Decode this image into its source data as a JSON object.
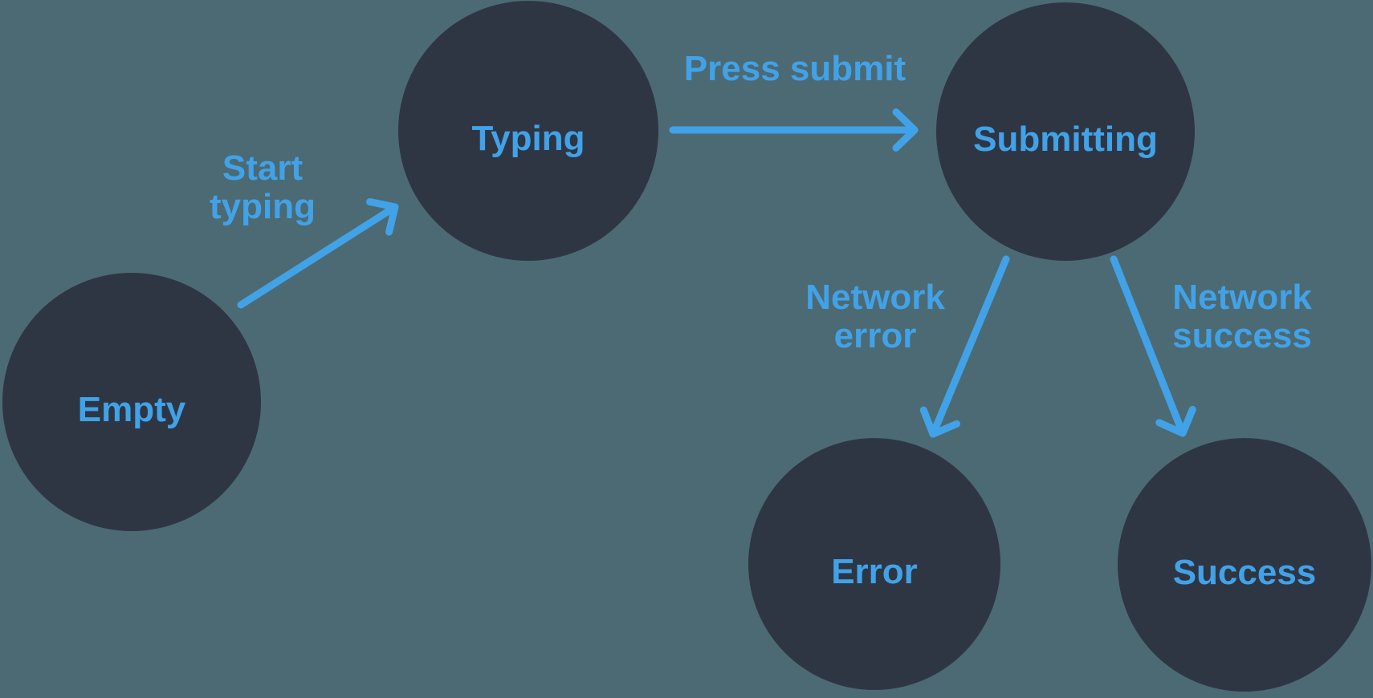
{
  "diagram": {
    "type": "state-machine",
    "colors": {
      "background": "#4C6A73",
      "node_fill": "#2E3644",
      "accent": "#41A2E8"
    },
    "nodes": [
      {
        "id": "empty",
        "label": "Empty"
      },
      {
        "id": "typing",
        "label": "Typing"
      },
      {
        "id": "submitting",
        "label": "Submitting"
      },
      {
        "id": "error",
        "label": "Error"
      },
      {
        "id": "success",
        "label": "Success"
      }
    ],
    "edges": [
      {
        "from": "empty",
        "to": "typing",
        "label": "Start typing",
        "label_lines": [
          "Start",
          "typing"
        ]
      },
      {
        "from": "typing",
        "to": "submitting",
        "label": "Press submit",
        "label_lines": [
          "Press submit"
        ]
      },
      {
        "from": "submitting",
        "to": "error",
        "label": "Network error",
        "label_lines": [
          "Network",
          "error"
        ]
      },
      {
        "from": "submitting",
        "to": "success",
        "label": "Network success",
        "label_lines": [
          "Network",
          "success"
        ]
      }
    ]
  }
}
